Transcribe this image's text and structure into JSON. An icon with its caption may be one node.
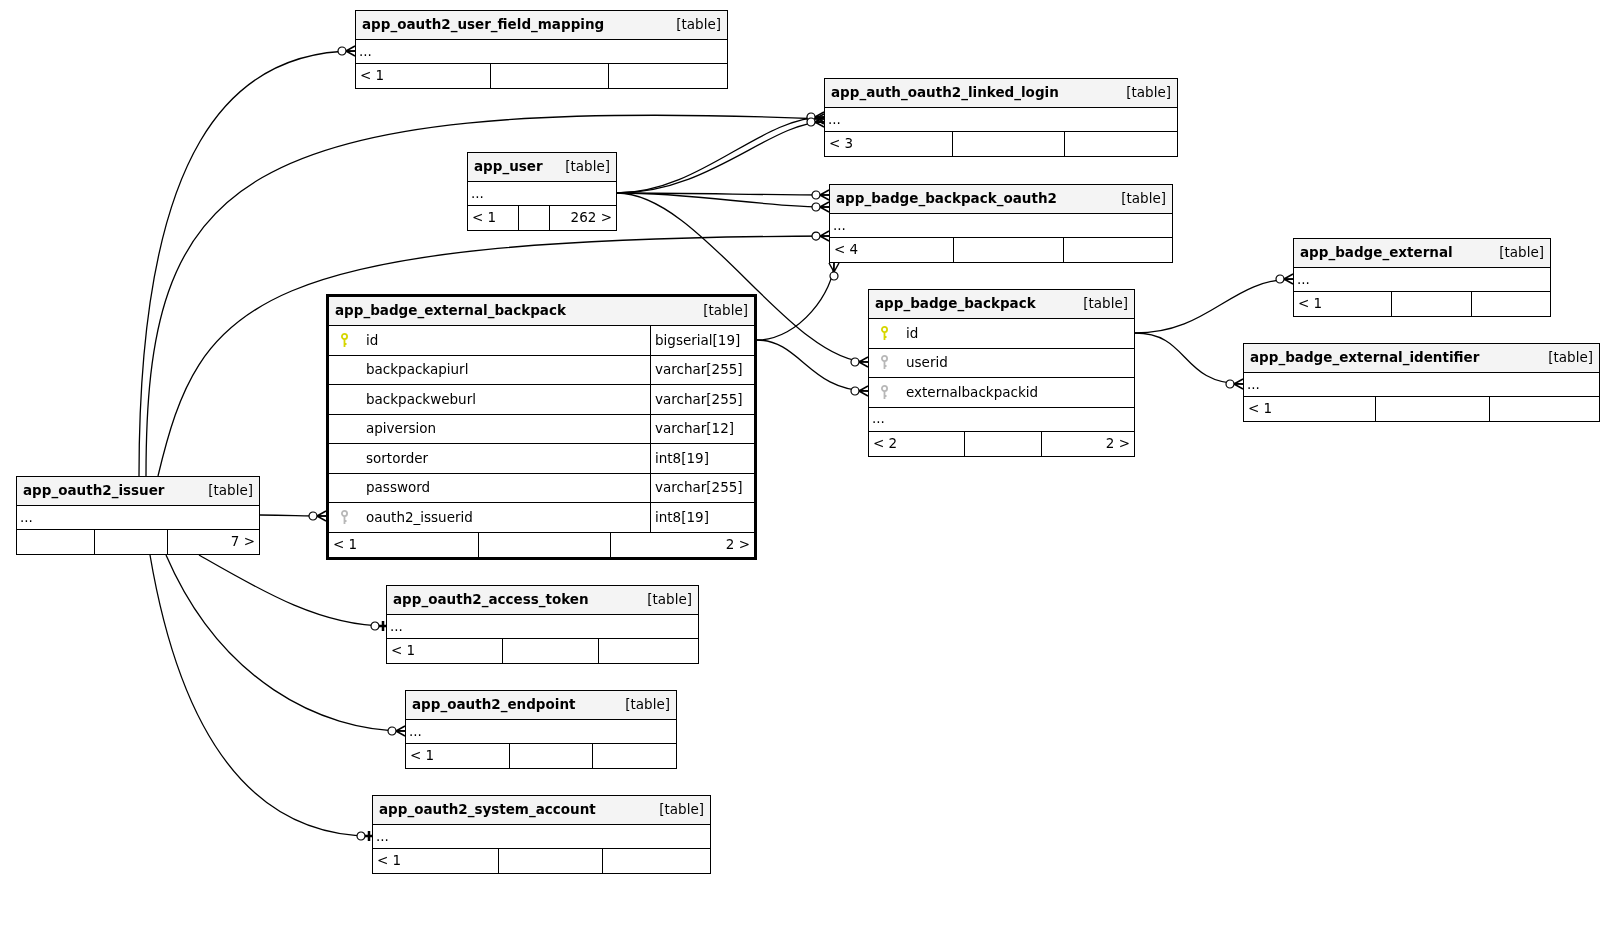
{
  "diagram": {
    "nodes": [
      {
        "text": [
          "app_oauth2_user_field_mapping",
          "[table]",
          "...",
          "< 1"
        ]
      },
      {
        "text": [
          "app_auth_oauth2_linked_login",
          "[table]",
          "...",
          "< 3"
        ]
      },
      {
        "text": [
          "app_user",
          "[table]",
          "...",
          "< 1",
          "262 >"
        ]
      },
      {
        "text": [
          "app_badge_backpack_oauth2",
          "[table]",
          "...",
          "< 4"
        ]
      },
      {
        "text": [
          "app_badge_external",
          "[table]",
          "...",
          "< 1"
        ]
      },
      {
        "text": [
          "app_badge_backpack",
          "[table]",
          "id",
          "userid",
          "externalbackpackid",
          "...",
          "< 2",
          "2 >"
        ]
      },
      {
        "text": [
          "app_badge_external_identifier",
          "[table]",
          "...",
          "< 1"
        ]
      },
      {
        "text": [
          "app_badge_external_backpack",
          "[table]",
          "id",
          "bigserial[19]",
          "backpackapiurl",
          "varchar[255]",
          "backpackweburl",
          "varchar[255]",
          "apiversion",
          "varchar[12]",
          "sortorder",
          "int8[19]",
          "password",
          "varchar[255]",
          "oauth2_issuerid",
          "int8[19]",
          "< 1",
          "2 >"
        ]
      },
      {
        "text": [
          "app_oauth2_issuer",
          "[table]",
          "...",
          "7 >"
        ]
      },
      {
        "text": [
          "app_oauth2_access_token",
          "[table]",
          "...",
          "< 1"
        ]
      },
      {
        "text": [
          "app_oauth2_endpoint",
          "[table]",
          "...",
          "< 1"
        ]
      },
      {
        "text": [
          "app_oauth2_system_account",
          "[table]",
          "...",
          "< 1"
        ]
      }
    ],
    "edges": [
      {
        "from": 8,
        "to": 0,
        "arrow": "other"
      },
      {
        "from": 8,
        "to": 1,
        "arrow": "other"
      },
      {
        "from": 8,
        "to": 3,
        "arrow": "other"
      },
      {
        "from": 8,
        "to": 7,
        "arrow": "other"
      },
      {
        "from": 8,
        "to": 9,
        "arrow": "other"
      },
      {
        "from": 8,
        "to": 10,
        "arrow": "other"
      },
      {
        "from": 8,
        "to": 11,
        "arrow": "other"
      },
      {
        "from": 2,
        "to": 1,
        "arrow": "other"
      },
      {
        "from": 2,
        "to": 1,
        "arrow": "other"
      },
      {
        "from": 2,
        "to": 3,
        "arrow": "other"
      },
      {
        "from": 2,
        "to": 3,
        "arrow": "other"
      },
      {
        "from": 2,
        "to": 5,
        "arrow": "other"
      },
      {
        "from": 7,
        "to": 3,
        "arrow": "other"
      },
      {
        "from": 7,
        "to": 5,
        "arrow": "other"
      },
      {
        "from": 5,
        "to": 4,
        "arrow": "other"
      },
      {
        "from": 5,
        "to": 6,
        "arrow": "other"
      }
    ]
  }
}
